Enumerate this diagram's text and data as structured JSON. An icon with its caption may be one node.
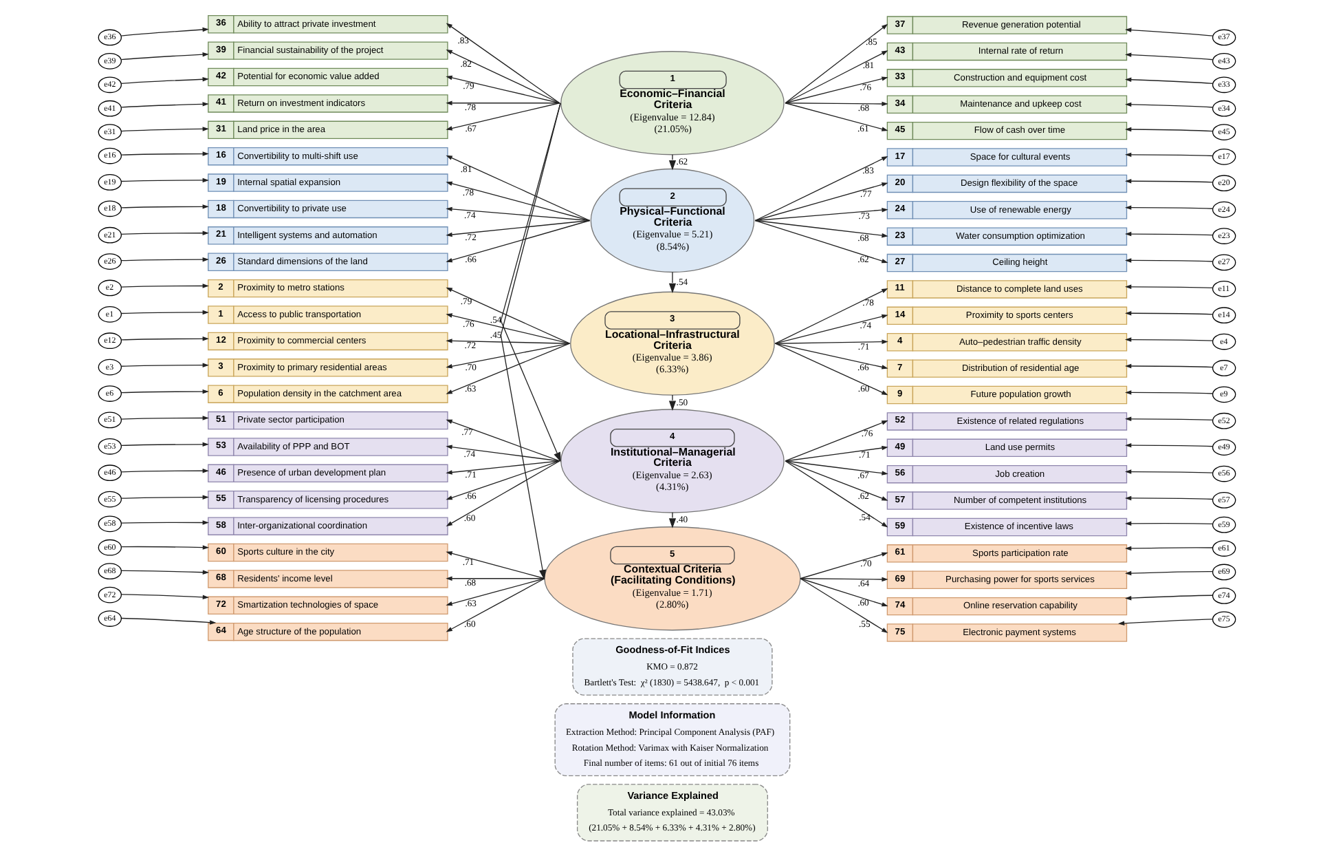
{
  "diagram": {
    "nodes": [
      {
        "text": [
          "1",
          "Economic–Financial Criteria",
          "(Eigenvalue = 12.84)",
          "(21.05%)"
        ]
      },
      {
        "text": [
          "36",
          "Ability to attract private investment"
        ]
      },
      {
        "text": [
          "39",
          "Financial sustainability of the project"
        ]
      },
      {
        "text": [
          "42",
          "Potential for economic value added"
        ]
      },
      {
        "text": [
          "41",
          "Return on investment indicators"
        ]
      },
      {
        "text": [
          "31",
          "Land price in the area"
        ]
      },
      {
        "text": [
          "e36"
        ]
      },
      {
        "text": [
          "e39"
        ]
      },
      {
        "text": [
          "e42"
        ]
      },
      {
        "text": [
          "e41"
        ]
      },
      {
        "text": [
          "e31"
        ]
      },
      {
        "text": [
          "37",
          "Revenue generation potential"
        ]
      },
      {
        "text": [
          "43",
          "Internal rate of return"
        ]
      },
      {
        "text": [
          "33",
          "Construction and equipment cost"
        ]
      },
      {
        "text": [
          "34",
          "Maintenance and upkeep cost"
        ]
      },
      {
        "text": [
          "45",
          "Flow of cash over time"
        ]
      },
      {
        "text": [
          "e37"
        ]
      },
      {
        "text": [
          "e43"
        ]
      },
      {
        "text": [
          "e33"
        ]
      },
      {
        "text": [
          "e34"
        ]
      },
      {
        "text": [
          "e45"
        ]
      },
      {
        "text": [
          "2",
          "Physical–Functional Criteria",
          "(Eigenvalue = 5.21)",
          "(8.54%)"
        ]
      },
      {
        "text": [
          "16",
          "Convertibility to multi-shift use"
        ]
      },
      {
        "text": [
          "19",
          "Internal spatial expansion"
        ]
      },
      {
        "text": [
          "18",
          "Convertibility to private use"
        ]
      },
      {
        "text": [
          "21",
          "Intelligent systems and automation"
        ]
      },
      {
        "text": [
          "26",
          "Standard dimensions of the land"
        ]
      },
      {
        "text": [
          "e16"
        ]
      },
      {
        "text": [
          "e19"
        ]
      },
      {
        "text": [
          "e18"
        ]
      },
      {
        "text": [
          "e21"
        ]
      },
      {
        "text": [
          "e26"
        ]
      },
      {
        "text": [
          "17",
          "Space for cultural events"
        ]
      },
      {
        "text": [
          "20",
          "Design flexibility of the space"
        ]
      },
      {
        "text": [
          "24",
          "Use of renewable energy"
        ]
      },
      {
        "text": [
          "23",
          "Water consumption optimization"
        ]
      },
      {
        "text": [
          "27",
          "Ceiling height"
        ]
      },
      {
        "text": [
          "e17"
        ]
      },
      {
        "text": [
          "e20"
        ]
      },
      {
        "text": [
          "e24"
        ]
      },
      {
        "text": [
          "e23"
        ]
      },
      {
        "text": [
          "e27"
        ]
      },
      {
        "text": [
          "3",
          "Locational–Infrastructural Criteria",
          "(Eigenvalue = 3.86)",
          "(6.33%)"
        ]
      },
      {
        "text": [
          "2",
          "Proximity to metro stations"
        ]
      },
      {
        "text": [
          "1",
          "Access to public transportation"
        ]
      },
      {
        "text": [
          "12",
          "Proximity to commercial centers"
        ]
      },
      {
        "text": [
          "3",
          "Proximity to primary residential areas"
        ]
      },
      {
        "text": [
          "6",
          "Population density in the catchment area"
        ]
      },
      {
        "text": [
          "e2"
        ]
      },
      {
        "text": [
          "e1"
        ]
      },
      {
        "text": [
          "e12"
        ]
      },
      {
        "text": [
          "e3"
        ]
      },
      {
        "text": [
          "e6"
        ]
      },
      {
        "text": [
          "11",
          "Distance to complete land uses"
        ]
      },
      {
        "text": [
          "14",
          "Proximity to sports centers"
        ]
      },
      {
        "text": [
          "4",
          "Auto–pedestrian traffic density"
        ]
      },
      {
        "text": [
          "7",
          "Distribution of residential age"
        ]
      },
      {
        "text": [
          "9",
          "Future population growth"
        ]
      },
      {
        "text": [
          "e11"
        ]
      },
      {
        "text": [
          "e14"
        ]
      },
      {
        "text": [
          "e4"
        ]
      },
      {
        "text": [
          "e7"
        ]
      },
      {
        "text": [
          "e9"
        ]
      },
      {
        "text": [
          "4",
          "Institutional–Managerial Criteria",
          "(Eigenvalue = 2.63)",
          "(4.31%)"
        ]
      },
      {
        "text": [
          "51",
          "Private sector participation"
        ]
      },
      {
        "text": [
          "53",
          "Availability of PPP and BOT"
        ]
      },
      {
        "text": [
          "46",
          "Presence of urban development plan"
        ]
      },
      {
        "text": [
          "55",
          "Transparency of licensing procedures"
        ]
      },
      {
        "text": [
          "58",
          "Inter-organizational coordination"
        ]
      },
      {
        "text": [
          "e51"
        ]
      },
      {
        "text": [
          "e53"
        ]
      },
      {
        "text": [
          "e46"
        ]
      },
      {
        "text": [
          "e55"
        ]
      },
      {
        "text": [
          "e58"
        ]
      },
      {
        "text": [
          "52",
          "Existence of related regulations"
        ]
      },
      {
        "text": [
          "49",
          "Land use permits"
        ]
      },
      {
        "text": [
          "56",
          "Job creation"
        ]
      },
      {
        "text": [
          "57",
          "Number of competent institutions"
        ]
      },
      {
        "text": [
          "59",
          "Existence of incentive laws"
        ]
      },
      {
        "text": [
          "e52"
        ]
      },
      {
        "text": [
          "e49"
        ]
      },
      {
        "text": [
          "e56"
        ]
      },
      {
        "text": [
          "e57"
        ]
      },
      {
        "text": [
          "e59"
        ]
      },
      {
        "text": [
          "5",
          "Contextual Criteria (Facilitating Conditions)",
          "(Eigenvalue = 1.71)",
          "(2.80%)"
        ]
      },
      {
        "text": [
          "60",
          "Sports culture in the city"
        ]
      },
      {
        "text": [
          "68",
          "Residents' income level"
        ]
      },
      {
        "text": [
          "72",
          "Smartization technologies of space"
        ]
      },
      {
        "text": [
          "64",
          "Age structure of the population"
        ]
      },
      {
        "text": [
          "e60"
        ]
      },
      {
        "text": [
          "e68"
        ]
      },
      {
        "text": [
          "e72"
        ]
      },
      {
        "text": [
          "e64"
        ]
      },
      {
        "text": [
          "61",
          "Sports participation rate"
        ]
      },
      {
        "text": [
          "69",
          "Purchasing power for sports services"
        ]
      },
      {
        "text": [
          "74",
          "Online reservation capability"
        ]
      },
      {
        "text": [
          "75",
          "Electronic payment systems"
        ]
      },
      {
        "text": [
          "e61"
        ]
      },
      {
        "text": [
          "e69"
        ]
      },
      {
        "text": [
          "e74"
        ]
      },
      {
        "text": [
          "e75"
        ]
      },
      {
        "text": [
          "Goodness-of-Fit Indices",
          "KMO = 0.872",
          "Bartlett's Test:  χ² (1830) = 5438.647,  p < 0.001"
        ]
      },
      {
        "text": [
          "Model Information",
          "Extraction Method: Principal Component Analysis (PAF)",
          "Rotation Method: Varimax with Kaiser Normalization",
          "Final number of items: 61 out of initial 76 items"
        ]
      },
      {
        "text": [
          "Variance Explained",
          "Total variance explained = 43.03%",
          "(21.05% + 8.54% + 6.33% + 4.31% + 2.80%)"
        ]
      }
    ],
    "edges": [
      {
        "from": 0,
        "to": 1,
        "arrow": "to",
        "label": ".83"
      },
      {
        "from": 0,
        "to": 2,
        "arrow": "to",
        "label": ".82"
      },
      {
        "from": 0,
        "to": 3,
        "arrow": "to",
        "label": ".79"
      },
      {
        "from": 0,
        "to": 4,
        "arrow": "to",
        "label": ".78"
      },
      {
        "from": 0,
        "to": 5,
        "arrow": "to",
        "label": ".67"
      },
      {
        "from": 6,
        "to": 1,
        "arrow": "to"
      },
      {
        "from": 7,
        "to": 2,
        "arrow": "to"
      },
      {
        "from": 8,
        "to": 3,
        "arrow": "to"
      },
      {
        "from": 9,
        "to": 4,
        "arrow": "to"
      },
      {
        "from": 10,
        "to": 5,
        "arrow": "to"
      },
      {
        "from": 0,
        "to": 11,
        "arrow": "to",
        "label": ".85"
      },
      {
        "from": 0,
        "to": 12,
        "arrow": "to",
        "label": ".81"
      },
      {
        "from": 0,
        "to": 13,
        "arrow": "to",
        "label": ".76"
      },
      {
        "from": 0,
        "to": 14,
        "arrow": "to",
        "label": ".68"
      },
      {
        "from": 0,
        "to": 15,
        "arrow": "to",
        "label": ".61"
      },
      {
        "from": 16,
        "to": 11,
        "arrow": "to"
      },
      {
        "from": 17,
        "to": 12,
        "arrow": "to"
      },
      {
        "from": 18,
        "to": 13,
        "arrow": "to"
      },
      {
        "from": 19,
        "to": 14,
        "arrow": "to"
      },
      {
        "from": 20,
        "to": 15,
        "arrow": "to"
      },
      {
        "from": 21,
        "to": 22,
        "arrow": "to",
        "label": ".81"
      },
      {
        "from": 21,
        "to": 23,
        "arrow": "to",
        "label": ".78"
      },
      {
        "from": 21,
        "to": 24,
        "arrow": "to",
        "label": ".74"
      },
      {
        "from": 21,
        "to": 25,
        "arrow": "to",
        "label": ".72"
      },
      {
        "from": 21,
        "to": 26,
        "arrow": "to",
        "label": ".66"
      },
      {
        "from": 27,
        "to": 22,
        "arrow": "to"
      },
      {
        "from": 28,
        "to": 23,
        "arrow": "to"
      },
      {
        "from": 29,
        "to": 24,
        "arrow": "to"
      },
      {
        "from": 30,
        "to": 25,
        "arrow": "to"
      },
      {
        "from": 31,
        "to": 26,
        "arrow": "to"
      },
      {
        "from": 21,
        "to": 32,
        "arrow": "to",
        "label": ".83"
      },
      {
        "from": 21,
        "to": 33,
        "arrow": "to",
        "label": ".77"
      },
      {
        "from": 21,
        "to": 34,
        "arrow": "to",
        "label": ".73"
      },
      {
        "from": 21,
        "to": 35,
        "arrow": "to",
        "label": ".68"
      },
      {
        "from": 21,
        "to": 36,
        "arrow": "to",
        "label": ".62"
      },
      {
        "from": 37,
        "to": 32,
        "arrow": "to"
      },
      {
        "from": 38,
        "to": 33,
        "arrow": "to"
      },
      {
        "from": 39,
        "to": 34,
        "arrow": "to"
      },
      {
        "from": 40,
        "to": 35,
        "arrow": "to"
      },
      {
        "from": 41,
        "to": 36,
        "arrow": "to"
      },
      {
        "from": 42,
        "to": 43,
        "arrow": "to",
        "label": ".79"
      },
      {
        "from": 42,
        "to": 44,
        "arrow": "to",
        "label": ".76"
      },
      {
        "from": 42,
        "to": 45,
        "arrow": "to",
        "label": ".72"
      },
      {
        "from": 42,
        "to": 46,
        "arrow": "to",
        "label": ".70"
      },
      {
        "from": 42,
        "to": 47,
        "arrow": "to",
        "label": ".63"
      },
      {
        "from": 48,
        "to": 43,
        "arrow": "to"
      },
      {
        "from": 49,
        "to": 44,
        "arrow": "to"
      },
      {
        "from": 50,
        "to": 45,
        "arrow": "to"
      },
      {
        "from": 51,
        "to": 46,
        "arrow": "to"
      },
      {
        "from": 52,
        "to": 47,
        "arrow": "to"
      },
      {
        "from": 42,
        "to": 53,
        "arrow": "to",
        "label": ".78"
      },
      {
        "from": 42,
        "to": 54,
        "arrow": "to",
        "label": ".74"
      },
      {
        "from": 42,
        "to": 55,
        "arrow": "to",
        "label": ".71"
      },
      {
        "from": 42,
        "to": 56,
        "arrow": "to",
        "label": ".66"
      },
      {
        "from": 42,
        "to": 57,
        "arrow": "to",
        "label": ".60"
      },
      {
        "from": 58,
        "to": 53,
        "arrow": "to"
      },
      {
        "from": 59,
        "to": 54,
        "arrow": "to"
      },
      {
        "from": 60,
        "to": 55,
        "arrow": "to"
      },
      {
        "from": 61,
        "to": 56,
        "arrow": "to"
      },
      {
        "from": 62,
        "to": 57,
        "arrow": "to"
      },
      {
        "from": 63,
        "to": 64,
        "arrow": "to",
        "label": ".77"
      },
      {
        "from": 63,
        "to": 65,
        "arrow": "to",
        "label": ".74"
      },
      {
        "from": 63,
        "to": 66,
        "arrow": "to",
        "label": ".71"
      },
      {
        "from": 63,
        "to": 67,
        "arrow": "to",
        "label": ".66"
      },
      {
        "from": 63,
        "to": 68,
        "arrow": "to",
        "label": ".60"
      },
      {
        "from": 69,
        "to": 64,
        "arrow": "to"
      },
      {
        "from": 70,
        "to": 65,
        "arrow": "to"
      },
      {
        "from": 71,
        "to": 66,
        "arrow": "to"
      },
      {
        "from": 72,
        "to": 67,
        "arrow": "to"
      },
      {
        "from": 73,
        "to": 68,
        "arrow": "to"
      },
      {
        "from": 63,
        "to": 74,
        "arrow": "to",
        "label": ".76"
      },
      {
        "from": 63,
        "to": 75,
        "arrow": "to",
        "label": ".71"
      },
      {
        "from": 63,
        "to": 76,
        "arrow": "to",
        "label": ".67"
      },
      {
        "from": 63,
        "to": 77,
        "arrow": "to",
        "label": ".62"
      },
      {
        "from": 63,
        "to": 78,
        "arrow": "to",
        "label": ".54"
      },
      {
        "from": 79,
        "to": 74,
        "arrow": "to"
      },
      {
        "from": 80,
        "to": 75,
        "arrow": "to"
      },
      {
        "from": 81,
        "to": 76,
        "arrow": "to"
      },
      {
        "from": 82,
        "to": 77,
        "arrow": "to"
      },
      {
        "from": 83,
        "to": 78,
        "arrow": "to"
      },
      {
        "from": 84,
        "to": 85,
        "arrow": "to",
        "label": ".71"
      },
      {
        "from": 84,
        "to": 86,
        "arrow": "to",
        "label": ".68"
      },
      {
        "from": 84,
        "to": 87,
        "arrow": "to",
        "label": ".63"
      },
      {
        "from": 84,
        "to": 88,
        "arrow": "to",
        "label": ".60"
      },
      {
        "from": 89,
        "to": 85,
        "arrow": "to"
      },
      {
        "from": 90,
        "to": 86,
        "arrow": "to"
      },
      {
        "from": 91,
        "to": 87,
        "arrow": "to"
      },
      {
        "from": 92,
        "to": 88,
        "arrow": "to"
      },
      {
        "from": 84,
        "to": 93,
        "arrow": "to",
        "label": ".70"
      },
      {
        "from": 84,
        "to": 94,
        "arrow": "to",
        "label": ".64"
      },
      {
        "from": 84,
        "to": 95,
        "arrow": "to",
        "label": ".60"
      },
      {
        "from": 84,
        "to": 96,
        "arrow": "to",
        "label": ".55"
      },
      {
        "from": 97,
        "to": 93,
        "arrow": "to"
      },
      {
        "from": 98,
        "to": 94,
        "arrow": "to"
      },
      {
        "from": 99,
        "to": 95,
        "arrow": "to"
      },
      {
        "from": 100,
        "to": 96,
        "arrow": "to"
      },
      {
        "from": 0,
        "to": 21,
        "arrow": "to",
        "label": ".62"
      },
      {
        "from": 21,
        "to": 42,
        "arrow": "to",
        "label": ".54"
      },
      {
        "from": 42,
        "to": 63,
        "arrow": "to",
        "label": ".50"
      },
      {
        "from": 63,
        "to": 84,
        "arrow": "to",
        "label": ".40"
      },
      {
        "from": 0,
        "to": 63,
        "arrow": "to",
        "label": ".54"
      },
      {
        "from": 0,
        "to": 84,
        "arrow": "to",
        "label": ".45"
      }
    ]
  }
}
